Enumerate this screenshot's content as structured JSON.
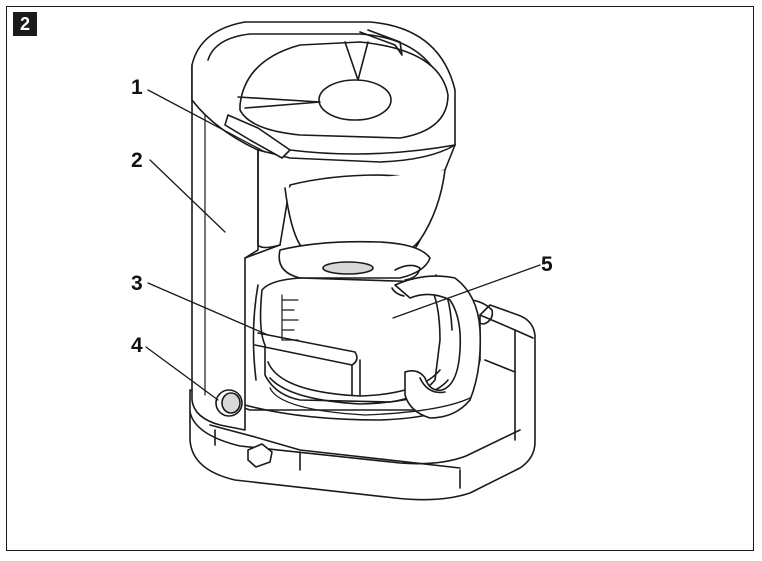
{
  "figure": {
    "number": "2"
  },
  "callouts": [
    {
      "id": "1",
      "label": "1"
    },
    {
      "id": "2",
      "label": "2"
    },
    {
      "id": "3",
      "label": "3"
    },
    {
      "id": "4",
      "label": "4"
    },
    {
      "id": "5",
      "label": "5"
    }
  ],
  "colors": {
    "line": "#1a1a1a",
    "fill": "#ffffff",
    "shade": "#d9d9d9"
  }
}
